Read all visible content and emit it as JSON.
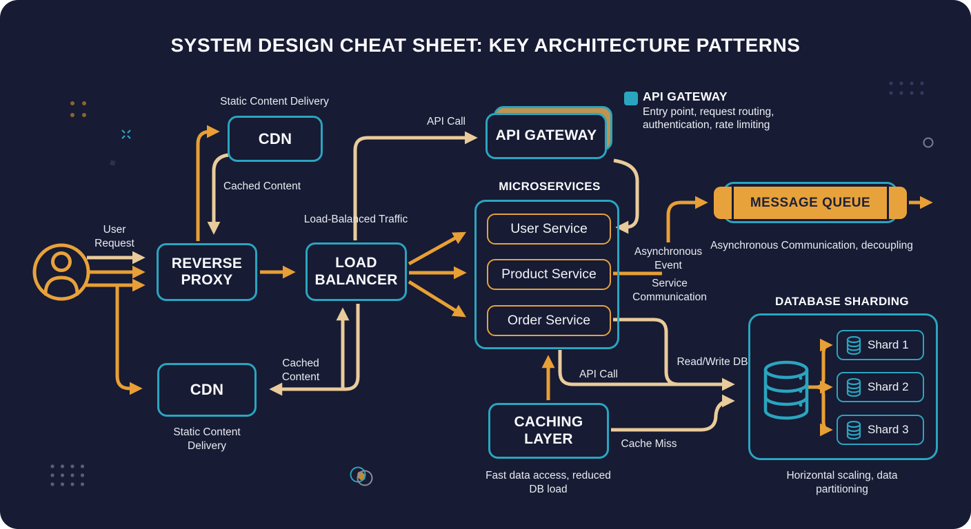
{
  "title": "SYSTEM DESIGN CHEAT SHEET: KEY ARCHITECTURE PATTERNS",
  "colors": {
    "background": "#171b33",
    "teal_accent": "#2aa5c0",
    "orange_accent": "#e8a23b",
    "tan_accent": "#e9cb9b",
    "text": "#e9ebf1"
  },
  "nodes": {
    "cdn_top": {
      "label": "CDN",
      "caption": "Static Content Delivery"
    },
    "reverse_proxy": {
      "label": "REVERSE PROXY"
    },
    "load_balancer": {
      "label": "LOAD BALANCER"
    },
    "api_gateway": {
      "label": "API GATEWAY"
    },
    "microservices": {
      "heading": "MICROSERVICES",
      "services": [
        "User Service",
        "Product Service",
        "Order Service"
      ]
    },
    "message_queue": {
      "label": "MESSAGE QUEUE",
      "caption": "Asynchronous Communication, decoupling"
    },
    "cdn_bottom": {
      "label": "CDN",
      "caption": "Static Content Delivery"
    },
    "caching_layer": {
      "label": "CACHING LAYER",
      "caption": "Fast data access, reduced DB load"
    },
    "database_sharding": {
      "heading": "DATABASE SHARDING",
      "shards": [
        "Shard 1",
        "Shard 2",
        "Shard 3"
      ],
      "caption": "Horizontal scaling, data partitioning"
    }
  },
  "legend": {
    "title": "API GATEWAY",
    "description": "Entry point, request routing, authentication, rate limiting"
  },
  "edge_labels": {
    "user_request": "User Request",
    "cached_content_top": "Cached Content",
    "api_call_top": "API Call",
    "load_balanced_traffic": "Load-Balanced Traffic",
    "cached_content_bottom": "Cached Content",
    "asynchronous_event": "Asynchronous Event",
    "service_communication": "Service Communication",
    "api_call_bottom": "API Call",
    "read_write_db": "Read/Write DB",
    "cache_miss": "Cache Miss"
  },
  "icons": {
    "user": "user-icon",
    "database": "database-cylinder-icon",
    "shard_db": "small-database-icon"
  }
}
